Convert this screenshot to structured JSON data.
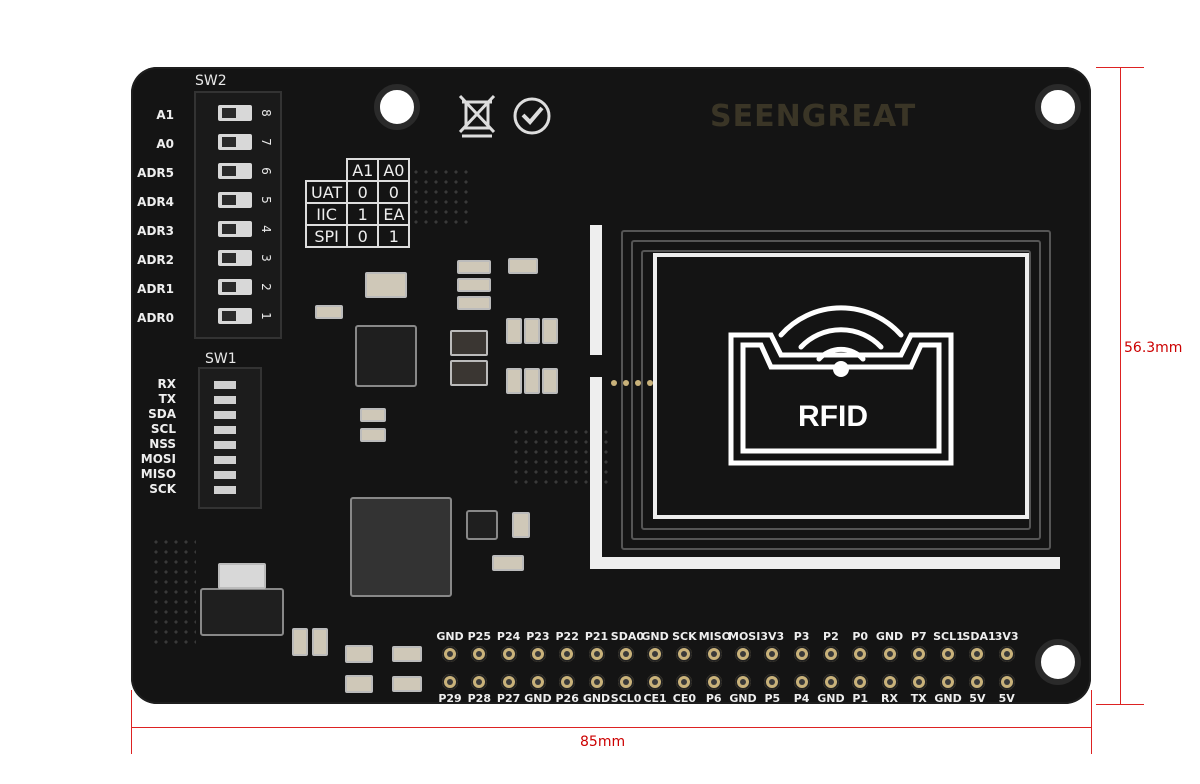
{
  "brand": "SEENGREAT",
  "rfid_label": "RFID",
  "sw2": {
    "title": "SW2",
    "labels": [
      "A1",
      "A0",
      "ADR5",
      "ADR4",
      "ADR3",
      "ADR2",
      "ADR1",
      "ADR0"
    ],
    "numbers": [
      "8",
      "7",
      "6",
      "5",
      "4",
      "3",
      "2",
      "1"
    ]
  },
  "sw1": {
    "title": "SW1",
    "labels": [
      "RX",
      "TX",
      "SDA",
      "SCL",
      "NSS",
      "MOSI",
      "MISO",
      "SCK"
    ]
  },
  "mode_table": {
    "headers": [
      "A1",
      "A0"
    ],
    "rows": [
      {
        "mode": "UAT",
        "a1": "0",
        "a0": "0"
      },
      {
        "mode": "IIC",
        "a1": "1",
        "a0": "EA"
      },
      {
        "mode": "SPI",
        "a1": "0",
        "a0": "1"
      }
    ]
  },
  "header_top": [
    "GND",
    "P25",
    "P24",
    "P23",
    "P22",
    "P21",
    "SDA0",
    "GND",
    "SCK",
    "MISO",
    "MOSI",
    "3V3",
    "P3",
    "P2",
    "P0",
    "GND",
    "P7",
    "SCL1",
    "SDA1",
    "3V3"
  ],
  "header_bottom": [
    "P29",
    "P28",
    "P27",
    "GND",
    "P26",
    "GND",
    "SCL0",
    "CE1",
    "CE0",
    "P6",
    "GND",
    "P5",
    "P4",
    "GND",
    "P1",
    "RX",
    "TX",
    "GND",
    "5V",
    "5V"
  ],
  "dimensions": {
    "width": "85mm",
    "height": "56.3mm"
  },
  "colors": {
    "board": "#141414",
    "silk": "#e8e8e8",
    "dimension": "#cc0000",
    "pin": "#c9b27a"
  }
}
